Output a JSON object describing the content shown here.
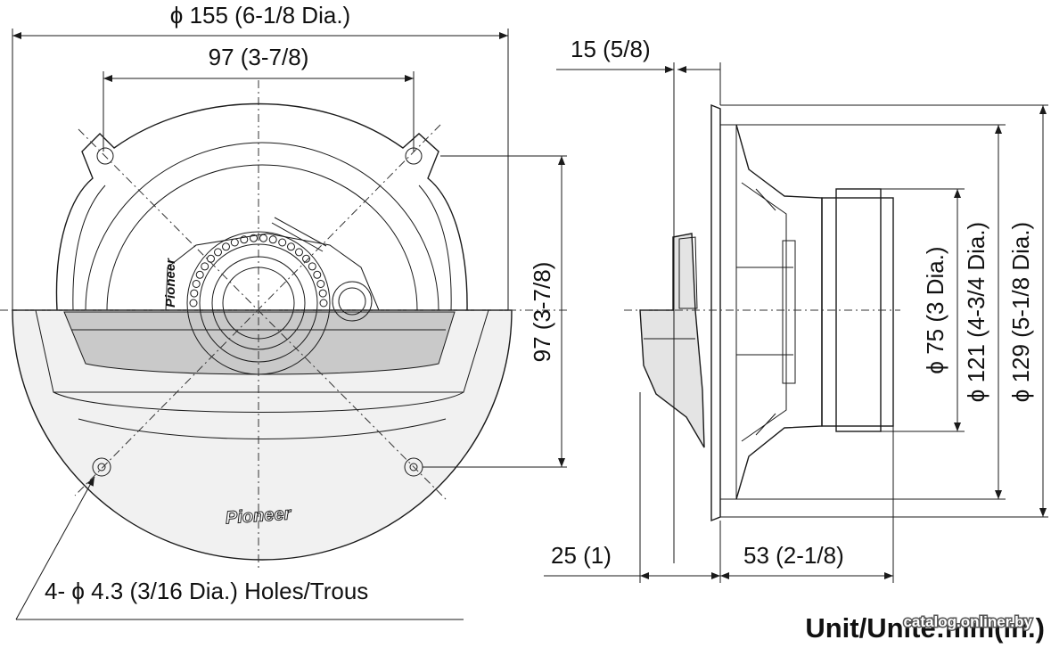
{
  "dimensions": {
    "outer_diameter": "155 (6-1/8 Dia.)",
    "hole_spacing_horizontal": "97 (3-7/8)",
    "hole_spacing_vertical": "97 (3-7/8)",
    "mounting_flange_depth": "15 (5/8)",
    "front_protrusion": "25 (1)",
    "mounting_depth": "53 (2-1/8)",
    "magnet_diameter": "75 (3 Dia.)",
    "cutout_diameter": "121 (4-3/4 Dia.)",
    "frame_diameter": "129 (5-1/8 Dia.)",
    "holes_note": "4- ϕ 4.3 (3/16 Dia.) Holes/Trous"
  },
  "phi_symbol": "ϕ",
  "brand": "Pioneer",
  "unit_label": "Unit/Unité:mm(in.)",
  "watermark": "catalog.onliner.by"
}
